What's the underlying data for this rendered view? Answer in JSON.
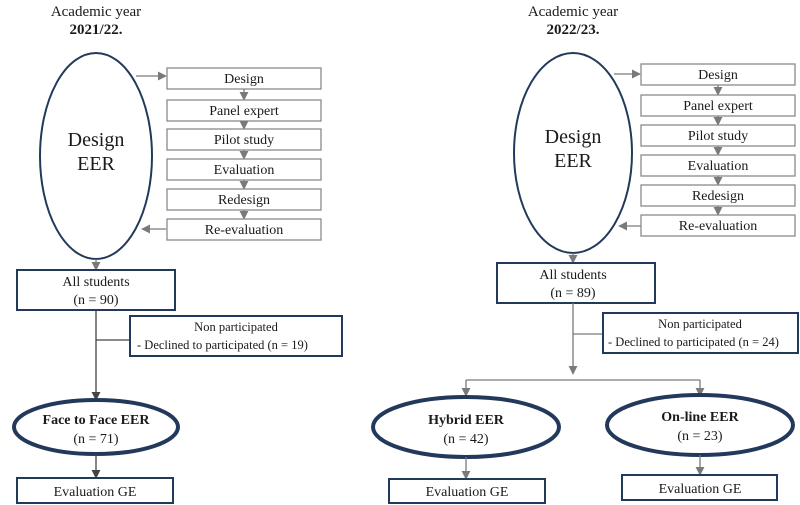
{
  "left": {
    "academic_year_label": "Academic year",
    "year": "2021/22.",
    "design_eer": [
      "Design",
      "EER"
    ],
    "steps": [
      "Design",
      "Panel expert",
      "Pilot study",
      "Evaluation",
      "Redesign",
      "Re-evaluation"
    ],
    "all_students": "All students",
    "all_students_n": "(n = 90)",
    "non_participated": "Non participated",
    "declined": "-  Declined to participated (n = 19)",
    "groups": [
      {
        "name": "Face to Face EER",
        "n": "(n = 71)",
        "evaluation": "Evaluation GE"
      }
    ]
  },
  "right": {
    "academic_year_label": "Academic year",
    "year": "2022/23.",
    "design_eer": [
      "Design",
      "EER"
    ],
    "steps": [
      "Design",
      "Panel expert",
      "Pilot study",
      "Evaluation",
      "Redesign",
      "Re-evaluation"
    ],
    "all_students": "All students",
    "all_students_n": "(n = 89)",
    "non_participated": "Non participated",
    "declined": "- Declined to participated (n = 24)",
    "groups": [
      {
        "name": "Hybrid EER",
        "n": "(n = 42)",
        "evaluation": "Evaluation GE"
      },
      {
        "name": "On-line EER",
        "n": "(n = 23)",
        "evaluation": "Evaluation GE"
      }
    ]
  }
}
